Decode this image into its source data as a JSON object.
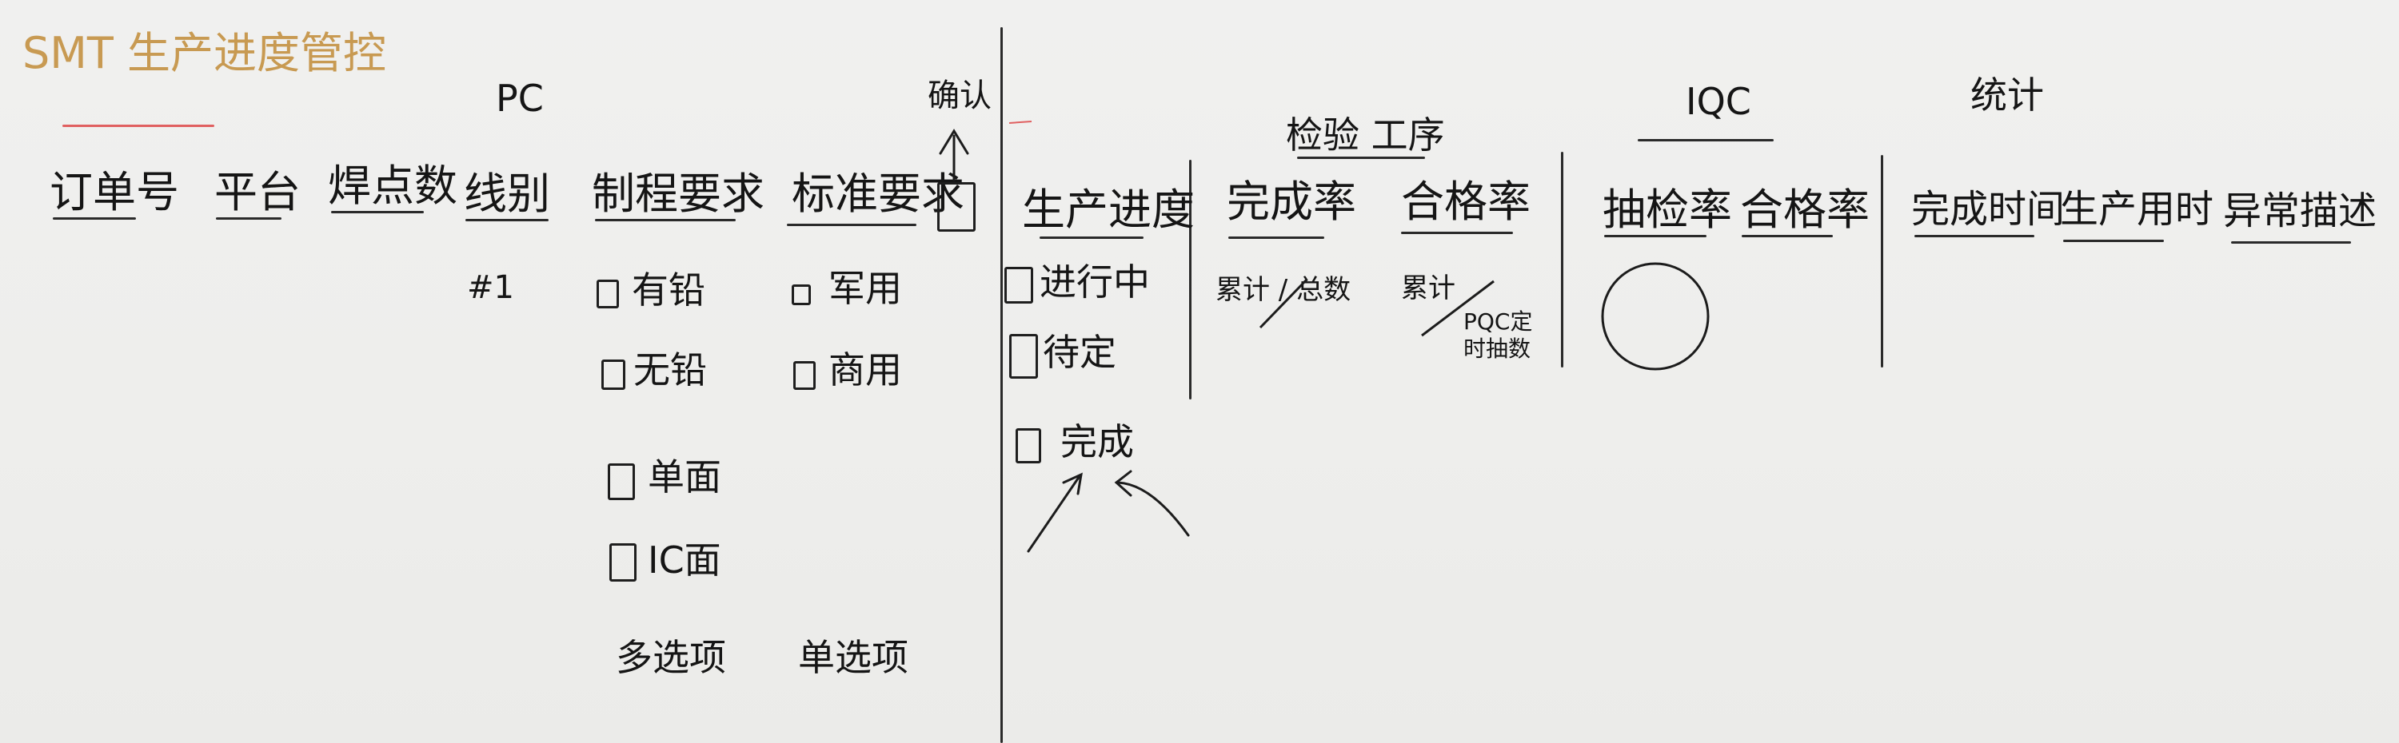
{
  "title": "SMT 生产进度管控",
  "sections": {
    "pc": "PC",
    "inspection": "检验 工序",
    "iqc": "IQC",
    "stats": "统计",
    "confirm": "确认"
  },
  "columns": {
    "order_no": "订单号",
    "platform": "平台",
    "solder_points": "焊点数",
    "line": "线别",
    "process_req": "制程要求",
    "standard_req": "标准要求",
    "prod_progress": "生产进度",
    "completion_rate": "完成率",
    "pass_rate_inspect": "合格率",
    "sample_rate": "抽检率",
    "pass_rate_iqc": "合格率",
    "completion_time": "完成时间",
    "production_time": "生产用时",
    "anomaly_desc": "异常描述"
  },
  "values": {
    "line_no": "#1"
  },
  "options": {
    "process": [
      "有铅",
      "无铅",
      "单面",
      "IC面"
    ],
    "standard": [
      "军用",
      "商用"
    ],
    "progress": [
      "进行中",
      "待定",
      "完成"
    ]
  },
  "notes": {
    "multi_select": "多选项",
    "single_select": "单选项",
    "cumulative_total": "累计 / 总数",
    "cumulative_pqc": "累计",
    "pqc_sampling": "PQC定 时抽数"
  },
  "colors": {
    "ink": "#1c1c1c",
    "title_ink": "#c89a52",
    "red_mark": "#e06060",
    "board": "#eeeeec"
  }
}
